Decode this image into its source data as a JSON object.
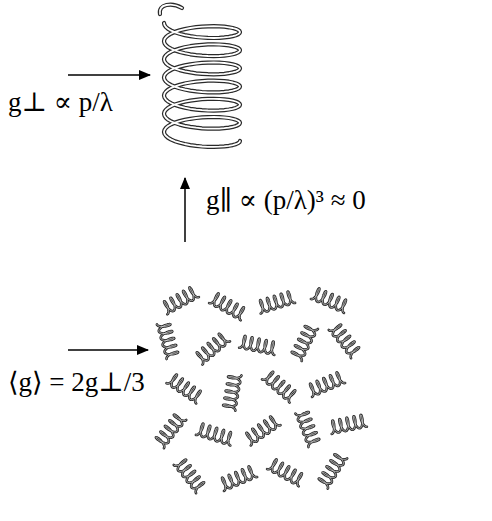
{
  "diagram": {
    "labels": [
      "g⊥ ∝ p/λ",
      "g∥ ∝ (p/λ)³ ≈ 0",
      "⟨g⟩ = 2g⊥/3"
    ]
  }
}
